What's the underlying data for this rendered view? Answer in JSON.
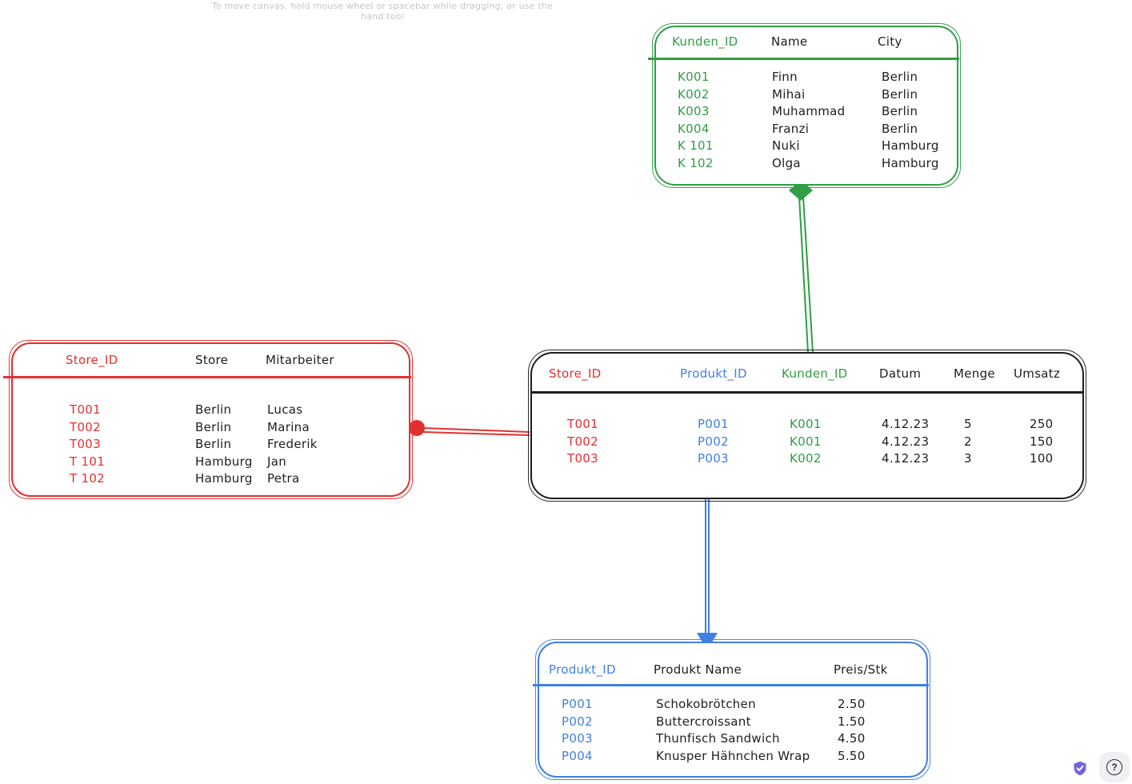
{
  "app": {
    "hint": "To move canvas, hold mouse wheel or spacebar while dragging, or use the hand tool",
    "help_label": "?"
  },
  "colors": {
    "red": "#e03131",
    "green": "#2f9e44",
    "blue": "#4080e0",
    "black": "#1e1e1e",
    "purple": "#6e64dd"
  },
  "tables": {
    "kunden": {
      "headers": [
        "Kunden_ID",
        "Name",
        "City"
      ],
      "rows": [
        [
          "K001",
          "Finn",
          "Berlin"
        ],
        [
          "K002",
          "Mihai",
          "Berlin"
        ],
        [
          "K003",
          "Muhammad",
          "Berlin"
        ],
        [
          "K004",
          "Franzi",
          "Berlin"
        ],
        [
          "K 101",
          "Nuki",
          "Hamburg"
        ],
        [
          "K 102",
          "Olga",
          "Hamburg"
        ]
      ]
    },
    "store": {
      "headers": [
        "Store_ID",
        "Store",
        "Mitarbeiter"
      ],
      "rows": [
        [
          "T001",
          "Berlin",
          "Lucas"
        ],
        [
          "T002",
          "Berlin",
          "Marina"
        ],
        [
          "T003",
          "Berlin",
          "Frederik"
        ],
        [
          "T 101",
          "Hamburg",
          "Jan"
        ],
        [
          "T 102",
          "Hamburg",
          "Petra"
        ]
      ]
    },
    "umsatz": {
      "headers": [
        "Store_ID",
        "Produkt_ID",
        "Kunden_ID",
        "Datum",
        "Menge",
        "Umsatz"
      ],
      "rows": [
        [
          "T001",
          "P001",
          "K001",
          "4.12.23",
          "5",
          "250"
        ],
        [
          "T002",
          "P002",
          "K001",
          "4.12.23",
          "2",
          "150"
        ],
        [
          "T003",
          "P003",
          "K002",
          "4.12.23",
          "3",
          "100"
        ]
      ]
    },
    "produkt": {
      "headers": [
        "Produkt_ID",
        "Produkt Name",
        "Preis/Stk"
      ],
      "rows": [
        [
          "P001",
          "Schokobrötchen",
          "2.50"
        ],
        [
          "P002",
          "Buttercroissant",
          "1.50"
        ],
        [
          "P003",
          "Thunfisch Sandwich",
          "4.50"
        ],
        [
          "P004",
          "Knusper Hähnchen Wrap",
          "5.50"
        ]
      ]
    }
  }
}
